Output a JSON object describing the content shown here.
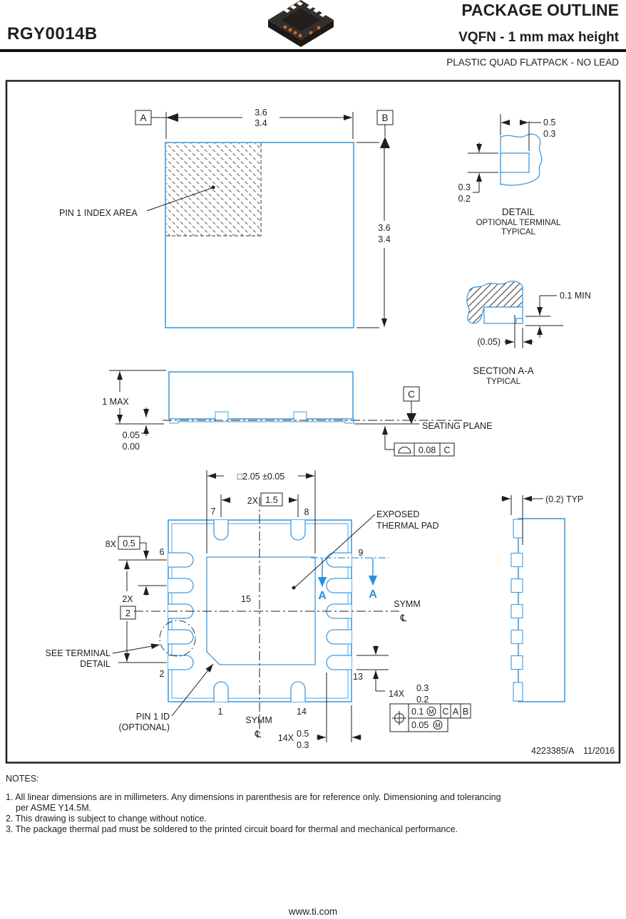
{
  "header": {
    "part_number": "RGY0014B",
    "title": "PACKAGE OUTLINE",
    "subtitle": "VQFN - 1 mm max height",
    "package_type": "PLASTIC QUAD FLATPACK - NO LEAD",
    "chip_icon": "vqfn-chip-3d-icon"
  },
  "colors": {
    "line_blue": "#3f9ce2",
    "section_arrow_blue": "#2492e0",
    "line_black": "#1f1f1f",
    "pad_orange": "#c96a2d"
  },
  "top_view": {
    "datum_a": "A",
    "datum_b": "B",
    "width_max": "3.6",
    "width_min": "3.4",
    "height_max": "3.6",
    "height_min": "3.4",
    "pin1_index": "PIN 1 INDEX AREA"
  },
  "detail_view": {
    "title": "DETAIL",
    "sub1": "OPTIONAL TERMINAL",
    "sub2": "TYPICAL",
    "top_max": "0.5",
    "top_min": "0.3",
    "left_max": "0.3",
    "left_min": "0.2"
  },
  "section_view": {
    "title": "SECTION A-A",
    "sub": "TYPICAL",
    "gap": "0.1 MIN",
    "ref": "(0.05)"
  },
  "side_view": {
    "height": "1 MAX",
    "standoff_max": "0.05",
    "standoff_min": "0.00",
    "datum_c": "C",
    "seating": "SEATING PLANE",
    "flatness": "0.08",
    "flatness_datum": "C"
  },
  "bottom_view": {
    "pad_size": "□2.05 ±0.05",
    "pitch_2x": "2X",
    "pitch_box": "1.5",
    "lead_pitch_8x": "8X",
    "lead_pitch_box": "0.5",
    "span_2x": "2X",
    "span_box": "2",
    "pins": {
      "p1": "1",
      "p2": "2",
      "p6": "6",
      "p7": "7",
      "p8": "8",
      "p9": "9",
      "p13": "13",
      "p14": "14",
      "p15": "15"
    },
    "exposed1": "EXPOSED",
    "exposed2": "THERMAL PAD",
    "see1": "SEE TERMINAL",
    "see2": "DETAIL",
    "pin1id1": "PIN 1 ID",
    "pin1id2": "(OPTIONAL)",
    "symm": "SYMM",
    "cl": "℄",
    "section_a": "A",
    "lead_w_count": "14X",
    "lead_w_max": "0.3",
    "lead_w_min": "0.2",
    "lead_l_count": "14X",
    "lead_l_max": "0.5",
    "lead_l_min": "0.3",
    "profile_dim": "(0.2) TYP",
    "tol": {
      "v1": "0.1",
      "m": "M",
      "d1": "C",
      "d2": "A",
      "d3": "B",
      "v2": "0.05"
    }
  },
  "title_block": {
    "doc": "4223385/A",
    "date": "11/2016"
  },
  "notes": {
    "heading": "NOTES:",
    "n1a": "1. All linear dimensions are in millimeters. Any dimensions in parenthesis are for reference only. Dimensioning and tolerancing",
    "n1b": "per ASME Y14.5M.",
    "n2": "2. This drawing is subject to change without notice.",
    "n3": "3. The package thermal pad must be soldered to the printed circuit board for thermal and mechanical performance."
  },
  "footer": {
    "url": "www.ti.com"
  }
}
